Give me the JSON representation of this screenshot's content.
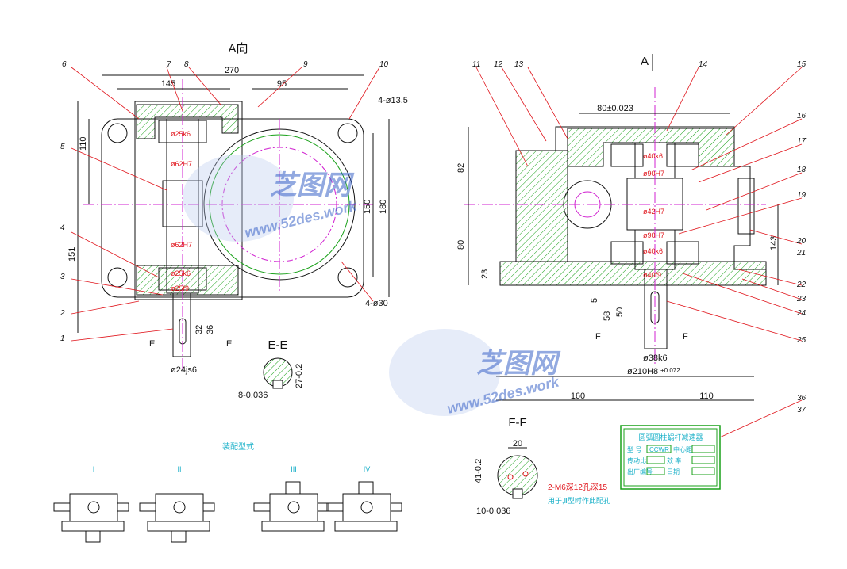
{
  "view_labels": {
    "a_view_left": "A向",
    "a_view_right": "A",
    "section_e": "E-E",
    "section_f": "F-F",
    "cut_e_left": "E",
    "cut_e_right": "E",
    "cut_f_left": "F",
    "cut_f_right": "F"
  },
  "part_numbers": [
    "1",
    "2",
    "3",
    "4",
    "5",
    "6",
    "7",
    "8",
    "9",
    "10",
    "11",
    "12",
    "13",
    "14",
    "15",
    "16",
    "17",
    "18",
    "19",
    "20",
    "21",
    "22",
    "23",
    "24",
    "25",
    "36",
    "37"
  ],
  "dims_left": {
    "overall_width": "270",
    "upper_width": "145",
    "right_width": "95",
    "bolt_holes_top": "4-ø13.5",
    "height_110": "110",
    "height_151": "151",
    "height_150": "150",
    "height_180": "180",
    "bearing_upper_top": "ø25k6",
    "bore_upper": "ø62H7",
    "bore_lower": "ø62H7",
    "bearing_lower": "ø25k6",
    "seal_fit": "ø25f9",
    "shaft_fit": "ø24js6",
    "key_32": "32",
    "key_36": "36",
    "base_holes": "4-ø30"
  },
  "dims_section_e": {
    "depth": "27-0.2",
    "width": "8-0.036"
  },
  "dims_right": {
    "center_distance": "80±0.023",
    "height_82": "82",
    "height_80": "80",
    "height_143": "143",
    "height_23": "23",
    "upper_bearing": "ø40k6",
    "upper_bore": "ø90H7",
    "gear_fit": "ø42H7",
    "lower_bore": "ø90H7",
    "lower_bearing": "ø40k6",
    "seal_fit": "ø40f9",
    "shaft_len_58": "58",
    "shaft_len_50": "50",
    "gap_5": "5",
    "shaft_fit": "ø38k6",
    "spigot_fit": "ø210H8",
    "spigot_tol": "+0.072",
    "base_160": "160",
    "base_110": "110"
  },
  "dims_section_f": {
    "width": "20",
    "depth": "41-0.2",
    "key_width": "10-0.036",
    "tapped_holes": "2-M6深12孔深15",
    "note": "用于,Ⅱ型时作此配孔"
  },
  "mounting": {
    "title": "装配型式",
    "types": [
      "I",
      "II",
      "III",
      "IV"
    ]
  },
  "nameplate": {
    "title": "圆弧圆柱蜗杆减速器",
    "row1_label": "型 号",
    "row1_value": "CCWR",
    "row1_right": "中心距",
    "row2_label": "传动比",
    "row2_mid": "效 率",
    "row3_label": "出厂编号",
    "row3_mid": "日期"
  },
  "watermark": {
    "brand": "芝图网",
    "url": "www.52des.work"
  },
  "colors": {
    "outline": "#111111",
    "section": "#18a018",
    "center": "#d020d0",
    "leader": "#e0141b",
    "note": "#19b0c8"
  }
}
